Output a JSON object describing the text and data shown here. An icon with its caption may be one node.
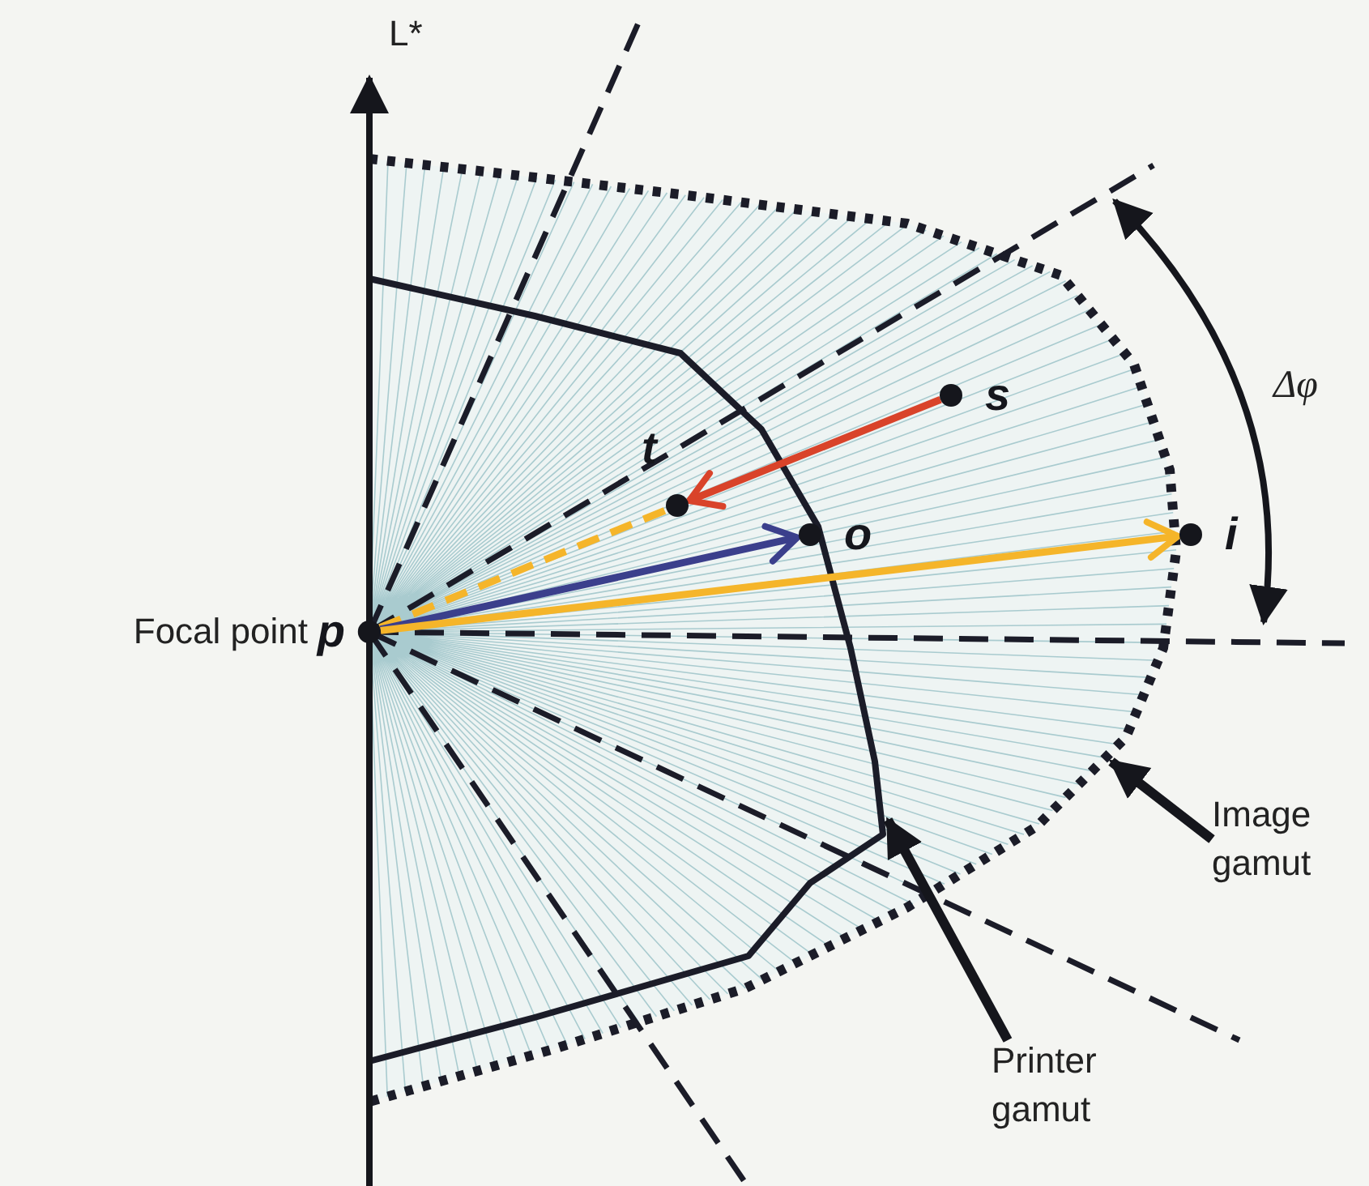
{
  "diagram": {
    "nodes": [
      {
        "text": [
          "p"
        ],
        "beside": [
          "Focal point"
        ]
      },
      {
        "text": [
          "s"
        ]
      },
      {
        "text": [
          "t"
        ]
      },
      {
        "text": [
          "o"
        ]
      },
      {
        "text": [
          "i"
        ]
      },
      {
        "text": [
          "Image gamut"
        ]
      },
      {
        "text": [
          "Printer gamut"
        ]
      }
    ],
    "edges": [
      {
        "from": 1,
        "to": 2,
        "arrow": "to",
        "color": "#d9432a"
      },
      {
        "from": 0,
        "to": 2,
        "arrow": "none",
        "style": "dashed",
        "color": "#f5b52a"
      },
      {
        "from": 0,
        "to": 3,
        "arrow": "to",
        "color": "#3b3f8c"
      },
      {
        "from": 0,
        "to": 4,
        "arrow": "to",
        "color": "#f5b52a"
      },
      {
        "from": 5,
        "to": null,
        "arrow": "to",
        "color": "#15161c"
      },
      {
        "from": 6,
        "to": null,
        "arrow": "to",
        "color": "#15161c"
      }
    ],
    "labels": [
      "L*",
      "Δφ"
    ]
  }
}
